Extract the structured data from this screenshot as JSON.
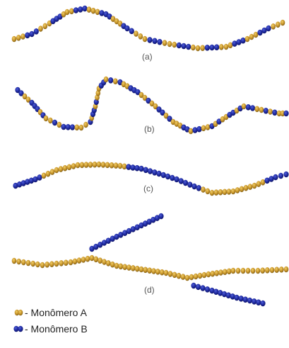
{
  "colors": {
    "monomer_a": "#c8952a",
    "monomer_a_light": "#f0cf6a",
    "monomer_a_dark": "#7a5a14",
    "monomer_b": "#1f2aa0",
    "monomer_b_light": "#4f5ed8",
    "monomer_b_dark": "#0c1160",
    "label_text": "#555555"
  },
  "panels": [
    {
      "id": "a",
      "label": "(a)",
      "type": "alternating"
    },
    {
      "id": "b",
      "label": "(b)",
      "type": "random"
    },
    {
      "id": "c",
      "label": "(c)",
      "type": "block"
    },
    {
      "id": "d",
      "label": "(d)",
      "type": "graft"
    }
  ],
  "legend": [
    {
      "key": "A",
      "label": "- Monômero A",
      "color_ref": "monomer_a"
    },
    {
      "key": "B",
      "label": "- Monômero B",
      "color_ref": "monomer_b"
    }
  ]
}
